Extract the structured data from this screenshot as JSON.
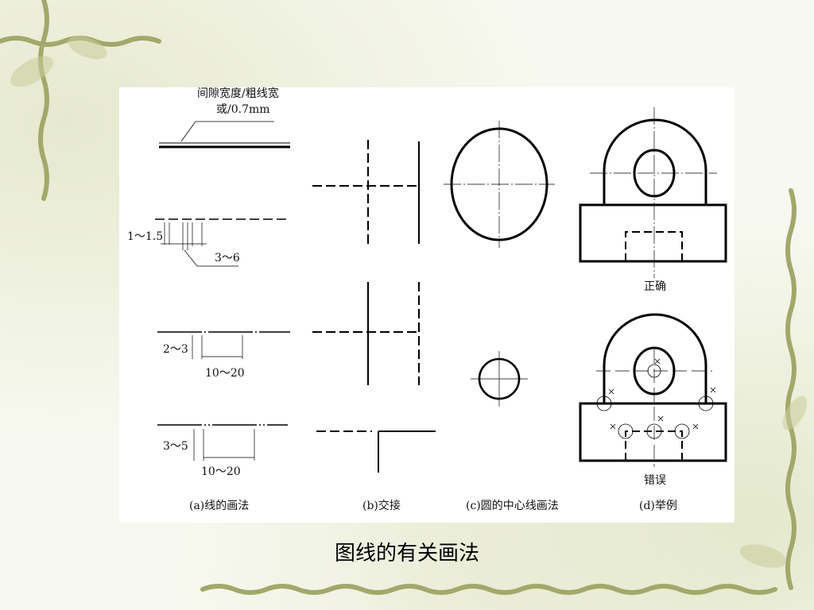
{
  "slide_title": "图线的有关画法",
  "panel_a": {
    "gap_note_line1": "间隙宽度/粗线宽",
    "gap_note_line2": "或/0.7mm",
    "dash_gap": "1～1.5",
    "dash_length": "3～6",
    "chain_gap": "2～3",
    "chain_length_1": "10～20",
    "double_chain_gap": "3～5",
    "chain_length_2": "10～20",
    "caption": "(a)线的画法"
  },
  "panel_b": {
    "caption": "(b)交接"
  },
  "panel_c": {
    "caption": "(c)圆的中心线画法"
  },
  "panel_d": {
    "correct_label": "正确",
    "wrong_label": "错误",
    "caption": "(d)举例"
  },
  "colors": {
    "line": "#000000",
    "vine": "#9aa063",
    "panel_bg": "#ffffff"
  }
}
